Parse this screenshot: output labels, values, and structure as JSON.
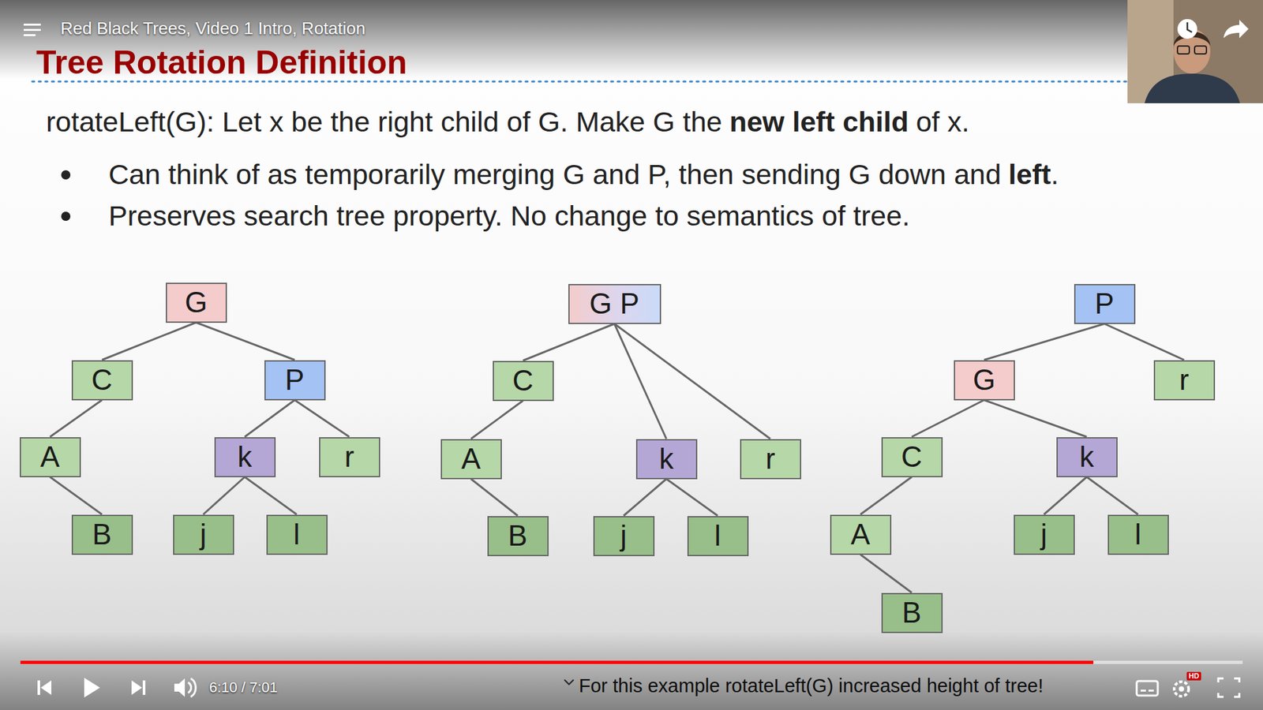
{
  "diagram": {
    "title": "Tree Rotation Definition",
    "caption": "For this example rotateLeft(G) increased height of tree!",
    "nodes": [
      {
        "text": [
          "G"
        ]
      },
      {
        "text": [
          "C"
        ]
      },
      {
        "text": [
          "P"
        ]
      },
      {
        "text": [
          "A"
        ]
      },
      {
        "text": [
          "k"
        ]
      },
      {
        "text": [
          "r"
        ]
      },
      {
        "text": [
          "B"
        ]
      },
      {
        "text": [
          "j"
        ]
      },
      {
        "text": [
          "l"
        ]
      },
      {
        "text": [
          "G P"
        ]
      },
      {
        "text": [
          "C"
        ]
      },
      {
        "text": [
          "k"
        ]
      },
      {
        "text": [
          "r"
        ]
      },
      {
        "text": [
          "A"
        ]
      },
      {
        "text": [
          "B"
        ]
      },
      {
        "text": [
          "j"
        ]
      },
      {
        "text": [
          "l"
        ]
      },
      {
        "text": [
          "P"
        ]
      },
      {
        "text": [
          "G"
        ]
      },
      {
        "text": [
          "r"
        ]
      },
      {
        "text": [
          "C"
        ]
      },
      {
        "text": [
          "k"
        ]
      },
      {
        "text": [
          "A"
        ]
      },
      {
        "text": [
          "j"
        ]
      },
      {
        "text": [
          "l"
        ]
      },
      {
        "text": [
          "B"
        ]
      }
    ],
    "edges": [
      {
        "from": 0,
        "to": 1,
        "arrow": "none"
      },
      {
        "from": 0,
        "to": 2,
        "arrow": "none"
      },
      {
        "from": 1,
        "to": 3,
        "arrow": "none"
      },
      {
        "from": 3,
        "to": 6,
        "arrow": "none"
      },
      {
        "from": 2,
        "to": 4,
        "arrow": "none"
      },
      {
        "from": 2,
        "to": 5,
        "arrow": "none"
      },
      {
        "from": 4,
        "to": 7,
        "arrow": "none"
      },
      {
        "from": 4,
        "to": 8,
        "arrow": "none"
      },
      {
        "from": 9,
        "to": 10,
        "arrow": "none"
      },
      {
        "from": 9,
        "to": 11,
        "arrow": "none"
      },
      {
        "from": 9,
        "to": 12,
        "arrow": "none"
      },
      {
        "from": 10,
        "to": 13,
        "arrow": "none"
      },
      {
        "from": 13,
        "to": 14,
        "arrow": "none"
      },
      {
        "from": 11,
        "to": 15,
        "arrow": "none"
      },
      {
        "from": 11,
        "to": 16,
        "arrow": "none"
      },
      {
        "from": 17,
        "to": 18,
        "arrow": "none"
      },
      {
        "from": 17,
        "to": 19,
        "arrow": "none"
      },
      {
        "from": 18,
        "to": 20,
        "arrow": "none"
      },
      {
        "from": 18,
        "to": 21,
        "arrow": "none"
      },
      {
        "from": 20,
        "to": 22,
        "arrow": "none"
      },
      {
        "from": 22,
        "to": 25,
        "arrow": "none"
      },
      {
        "from": 21,
        "to": 23,
        "arrow": "none"
      },
      {
        "from": 21,
        "to": 24,
        "arrow": "none"
      }
    ],
    "labels": [
      "Red Black Trees, Video 1 Intro, Rotation",
      "rotateLeft(G): Let x be the right child of G. Make G the",
      "new left child",
      "of x.",
      "Can think of as temporarily merging G and P, then sending G down and",
      "left",
      ".",
      "Preserves search tree property. No change to semantics of tree.",
      "6:10 / 7:01",
      "HD"
    ]
  }
}
